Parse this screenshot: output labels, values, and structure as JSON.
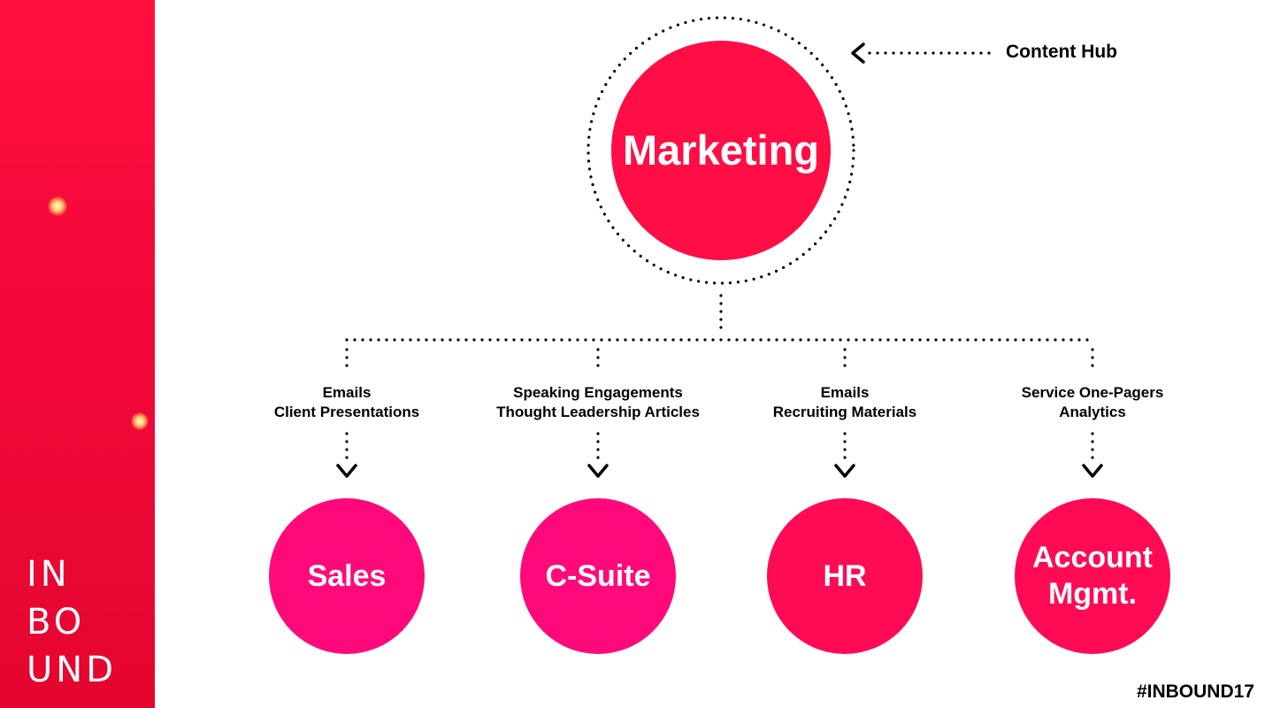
{
  "brand": {
    "logo_lines": [
      "IN",
      "BO",
      "UND"
    ],
    "hashtag": "#INBOUND17",
    "accent_color": "#ff0f3e"
  },
  "diagram": {
    "hub": {
      "label": "Marketing",
      "annotation": "Content Hub",
      "color": "#ff0d45"
    },
    "branches": [
      {
        "name": "Sales",
        "color": "#ff0a7a",
        "channels": [
          "Emails",
          "Client Presentations"
        ]
      },
      {
        "name": "C-Suite",
        "color": "#ff0a7a",
        "channels": [
          "Speaking Engagements",
          "Thought Leadership Articles"
        ]
      },
      {
        "name": "HR",
        "color": "#ff0a55",
        "channels": [
          "Emails",
          "Recruiting Materials"
        ]
      },
      {
        "name": "Account Mgmt.",
        "name_lines": [
          "Account",
          "Mgmt."
        ],
        "color": "#ff0a55",
        "channels": [
          "Service One-Pagers",
          "Analytics"
        ]
      }
    ]
  }
}
